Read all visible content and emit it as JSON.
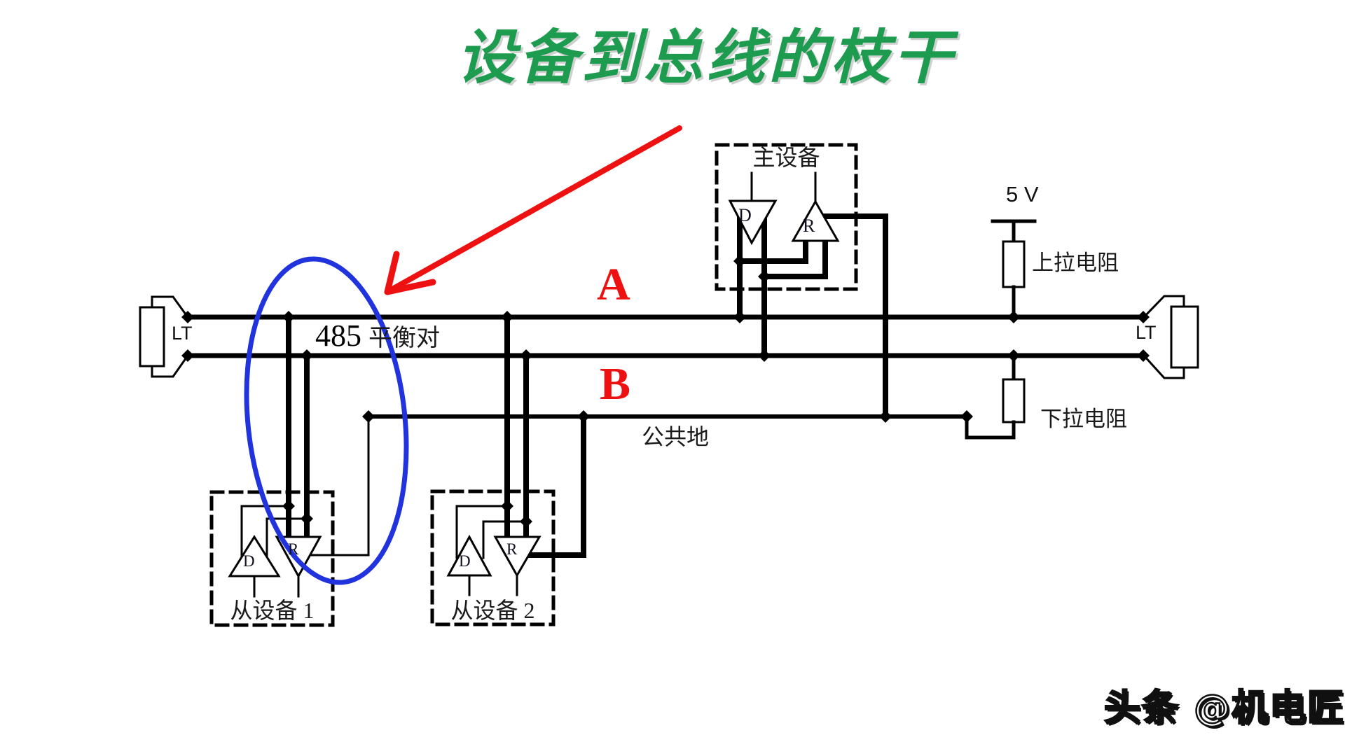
{
  "title": "设备到总线的枝干",
  "bus": {
    "line_a_label": "A",
    "line_b_label": "B",
    "pair_value": "485",
    "pair_label": "平衡对",
    "ground_label": "公共地",
    "terminator_left_label": "LT",
    "terminator_right_label": "LT"
  },
  "power": {
    "supply_label": "5 V",
    "pullup_label": "上拉电阻",
    "pulldown_label": "下拉电阻"
  },
  "devices": {
    "master": {
      "label": "主设备",
      "driver_label": "D",
      "receiver_label": "R"
    },
    "slave1": {
      "label": "从设备 1",
      "driver_label": "D",
      "receiver_label": "R"
    },
    "slave2": {
      "label": "从设备 2",
      "driver_label": "D",
      "receiver_label": "R"
    }
  },
  "watermark": "头条 @机电匠",
  "colors": {
    "title_green": "#1d9b4f",
    "label_red": "#ee1111",
    "arrow_red": "#ee1111",
    "ellipse_blue": "#2033dd",
    "wire_black": "#000000"
  }
}
